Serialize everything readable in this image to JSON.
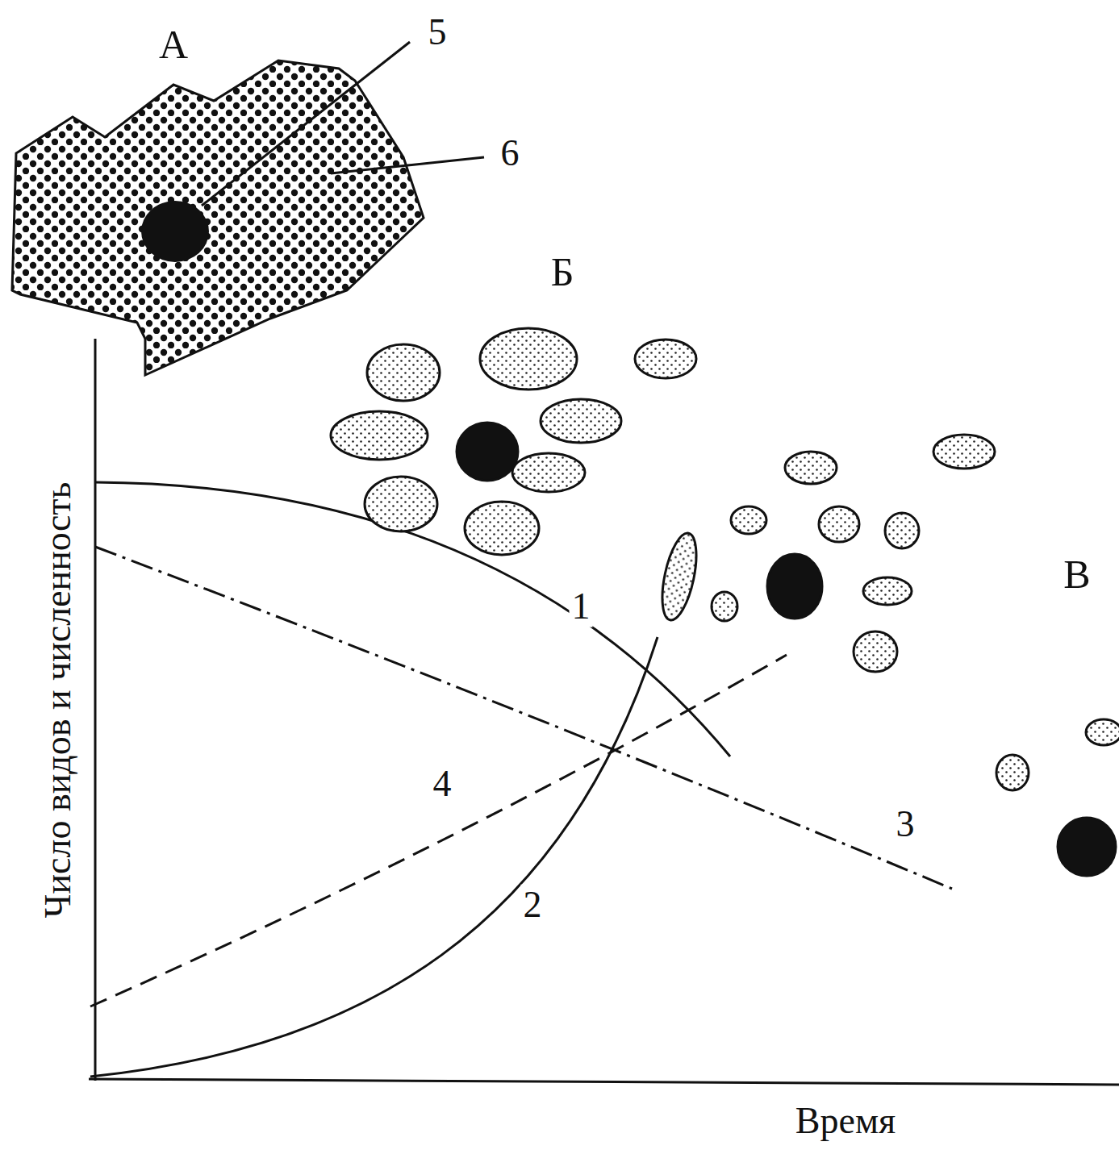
{
  "diagram": {
    "labels": [
      "А",
      "5",
      "6",
      "Б",
      "1",
      "В",
      "4",
      "3",
      "2",
      "Число видов и численность",
      "Время"
    ]
  }
}
